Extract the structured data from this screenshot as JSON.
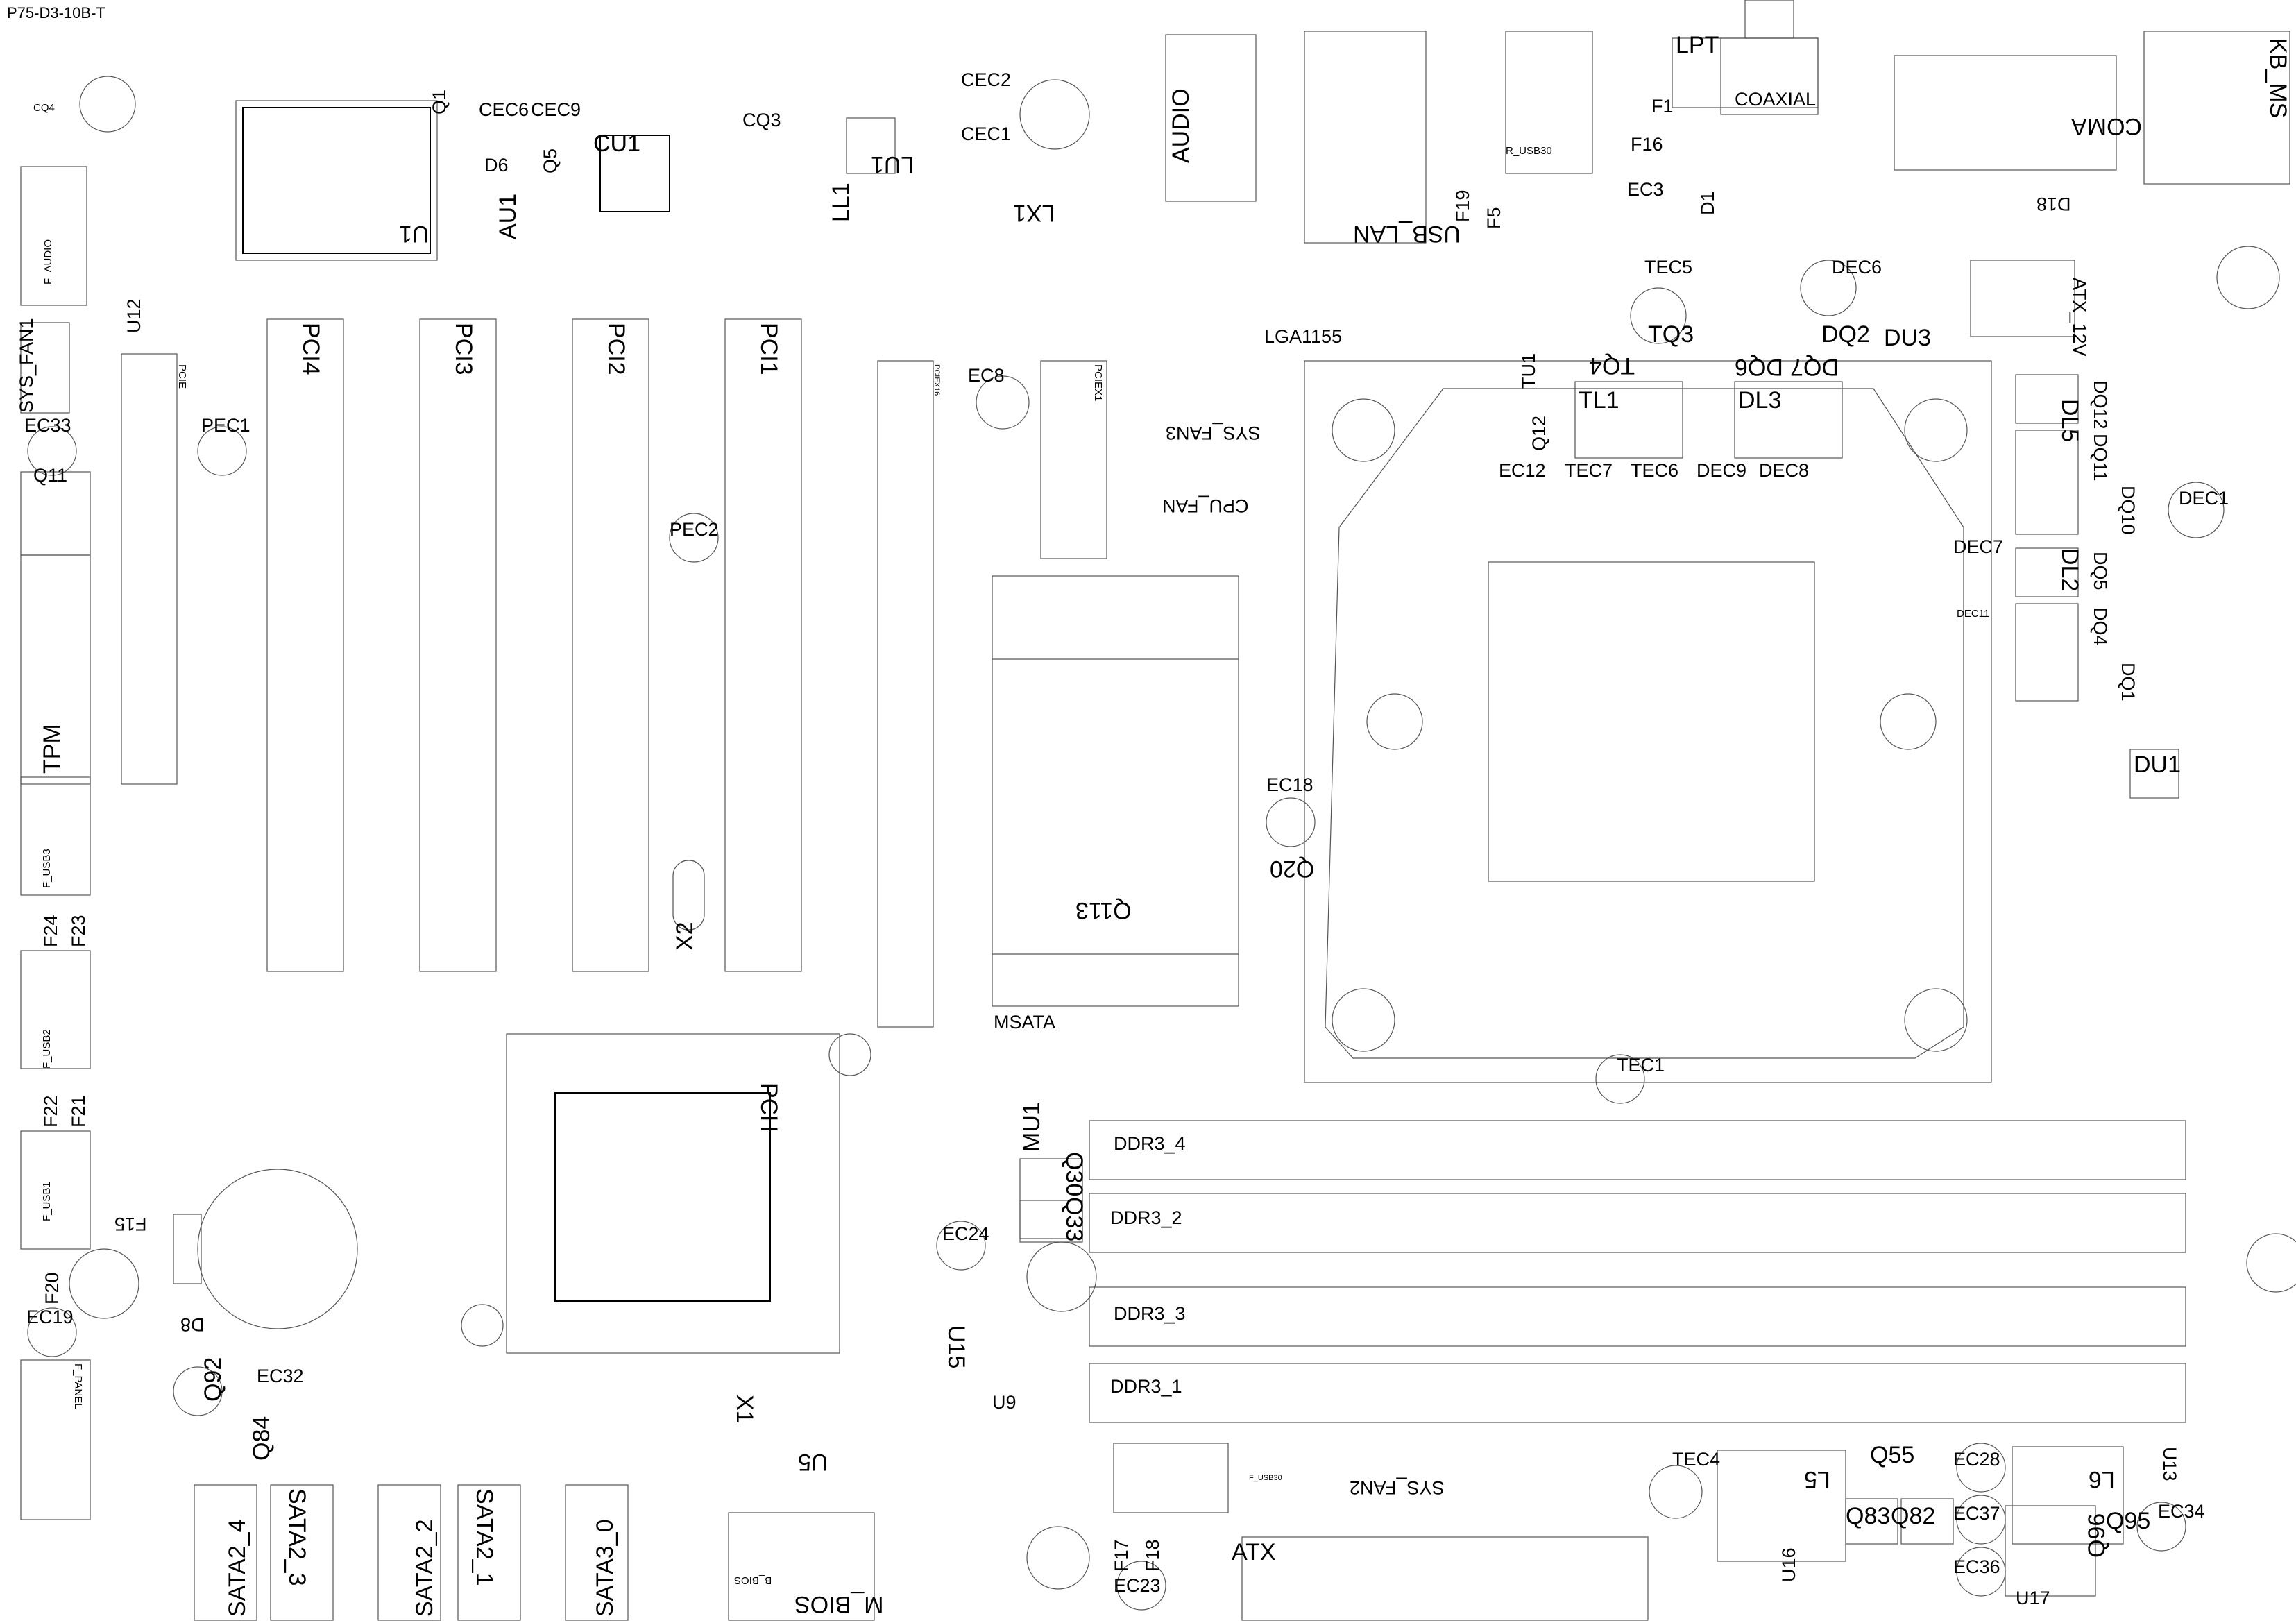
{
  "title": "P75-D3-10B-T",
  "connectors": {
    "lpt": "LPT",
    "coaxial": "COAXIAL",
    "coma": "COMA",
    "kb_ms": "KB_MS",
    "audio": "AUDIO",
    "usb_lan": "USB_LAN",
    "r_usb30": "R_USB30",
    "atx_12v": "ATX_12V",
    "atx": "ATX",
    "sys_fan1": "SYS_FAN1",
    "sys_fan2": "SYS_FAN2",
    "sys_fan3": "SYS_FAN3",
    "cpu_fan": "CPU_FAN",
    "tpm": "TPM",
    "f_usb1": "F_USB1",
    "f_usb2": "F_USB2",
    "f_usb3": "F_USB3",
    "f_usb30": "F_USB30",
    "f_panel": "F_PANEL",
    "f_audio": "F_AUDIO",
    "msata": "MSATA",
    "m_bios": "M_BIOS",
    "b_bios": "B_BIOS"
  },
  "slots": {
    "pci4": "PCI4",
    "pci3": "PCI3",
    "pci2": "PCI2",
    "pci1": "PCI1",
    "pciex1": "PCIEX1",
    "pciex16": "PCIEX16",
    "pcie": "PCIE",
    "ddr3_4": "DDR3_4",
    "ddr3_2": "DDR3_2",
    "ddr3_3": "DDR3_3",
    "ddr3_1": "DDR3_1",
    "sata2_4": "SATA2_4",
    "sata2_3": "SATA2_3",
    "sata2_2": "SATA2_2",
    "sata2_1": "SATA2_1",
    "sata3_0": "SATA3_0",
    "lga1155": "LGA1155"
  },
  "chips": {
    "pch": "PCH",
    "u1": "U1",
    "cu1": "CU1",
    "au1": "AU1",
    "lu1": "LU1",
    "du1": "DU1",
    "du3": "DU3",
    "mu1": "MU1",
    "u5": "U5",
    "u9": "U9",
    "u12": "U12",
    "u13": "U13",
    "u15": "U15",
    "u16": "U16",
    "u17": "U17",
    "x1": "X1",
    "x2": "X2",
    "q113": "Q113",
    "q20": "Q20"
  },
  "caps": {
    "cec1": "CEC1",
    "cec2": "CEC2",
    "cec6": "CEC6",
    "cec9": "CEC9",
    "cq3": "CQ3",
    "cq4": "CQ4",
    "ec3": "EC3",
    "ec8": "EC8",
    "ec12": "EC12",
    "ec18": "EC18",
    "ec19": "EC19",
    "ec23": "EC23",
    "ec24": "EC24",
    "ec28": "EC28",
    "ec32": "EC32",
    "ec33": "EC33",
    "ec34": "EC34",
    "ec36": "EC36",
    "ec37": "EC37",
    "tec1": "TEC1",
    "tec4": "TEC4",
    "tec5": "TEC5",
    "tec6": "TEC6",
    "tec7": "TEC7",
    "dec1": "DEC1",
    "dec6": "DEC6",
    "dec7": "DEC7",
    "dec8": "DEC8",
    "dec9": "DEC9",
    "dec11": "DEC11",
    "pec1": "PEC1",
    "pec2": "PEC2"
  },
  "misc": {
    "lx1": "LX1",
    "ll1": "LL1",
    "tl1": "TL1",
    "dl3": "DL3",
    "dl5": "DL5",
    "dl2": "DL2",
    "l5": "L5",
    "l6": "L6",
    "tq3": "TQ3",
    "tq4": "TQ4",
    "tu1": "TU1",
    "dq2": "DQ2",
    "dq6": "DQ6",
    "dq7": "DQ7",
    "dq12": "DQ12",
    "dq11": "DQ11",
    "dq10": "DQ10",
    "dq5": "DQ5",
    "dq4": "DQ4",
    "dq1": "DQ1",
    "q1": "Q1",
    "q5": "Q5",
    "q11": "Q11",
    "q12": "Q12",
    "q30": "Q30",
    "q33": "Q33",
    "q55": "Q55",
    "q82": "Q82",
    "q83": "Q83",
    "q84": "Q84",
    "q92": "Q92",
    "q95": "Q95",
    "q96": "Q96",
    "d1": "D1",
    "d6": "D6",
    "d8": "D8",
    "d18": "D18",
    "f1": "F1",
    "f5": "F5",
    "f15": "F15",
    "f16": "F16",
    "f17": "F17",
    "f18": "F18",
    "f19": "F19",
    "f20": "F20",
    "f21": "F21",
    "f22": "F22",
    "f23": "F23",
    "f24": "F24"
  }
}
